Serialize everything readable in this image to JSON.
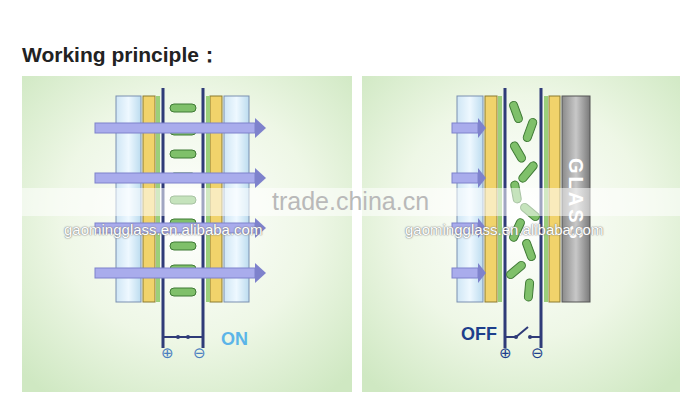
{
  "diagram": {
    "title": "Working principle：",
    "labels": [
      "ON",
      "⊕",
      "⊖",
      "OFF",
      "⊕",
      "⊖",
      "GLASS",
      "trade.china.cn",
      "gaomingglass.en.alibaba.com",
      "gaomingglass.en.alibaba.com"
    ]
  }
}
